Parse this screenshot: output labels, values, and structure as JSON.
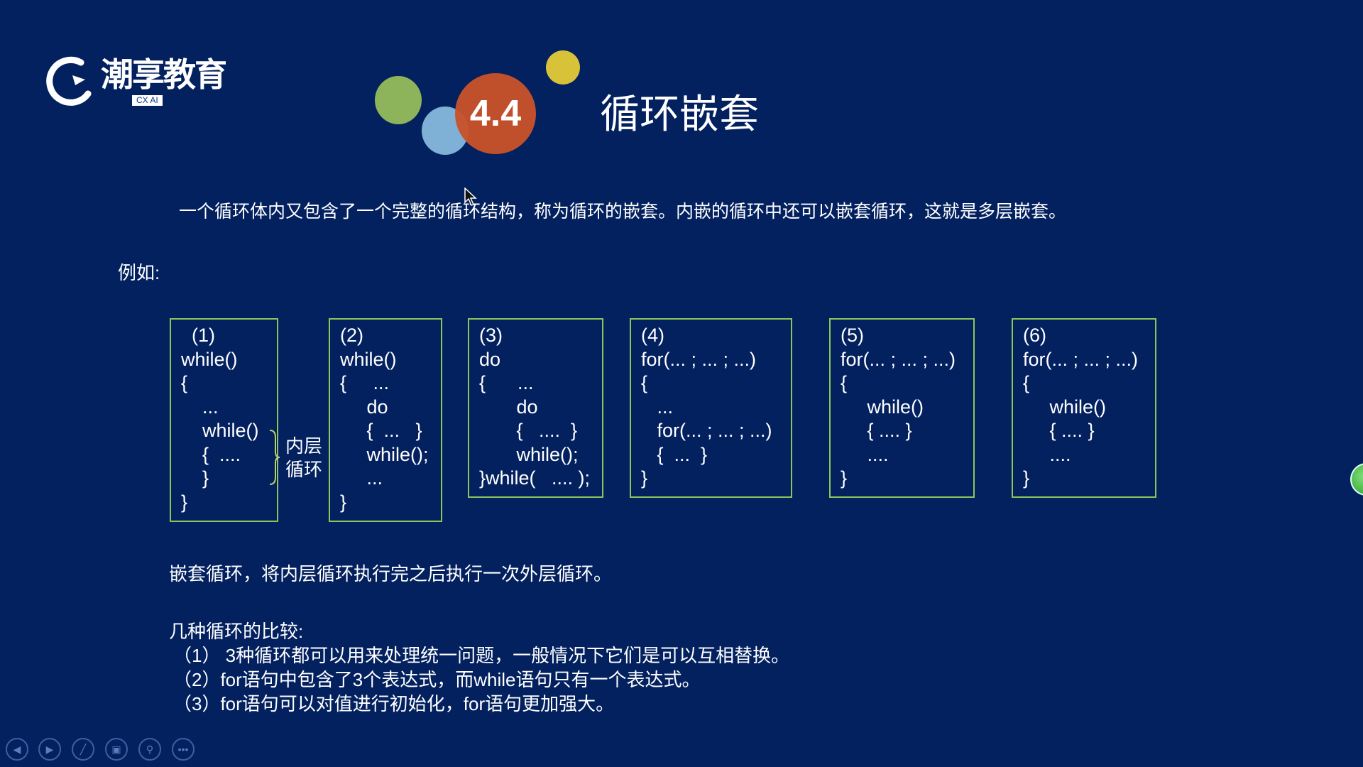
{
  "logo": {
    "name": "潮享教育",
    "sub": "CX AI"
  },
  "header": {
    "section_number": "4.4",
    "title": "循环嵌套"
  },
  "intro": "一个循环体内又包含了一个完整的循环结构，称为循环的嵌套。内嵌的循环中还可以嵌套循环，这就是多层嵌套。",
  "example_label": "例如:",
  "inner_loop_label": [
    "内层",
    "循环"
  ],
  "examples": [
    {
      "lines": [
        "  (1)",
        "while()",
        "{",
        "    ...",
        "    while()",
        "    {  ....",
        "    }",
        "}"
      ]
    },
    {
      "lines": [
        "(2)",
        "while()",
        "{     ...",
        "     do",
        "     {  ...   }",
        "     while();",
        "     ...",
        "}"
      ]
    },
    {
      "lines": [
        "(3)",
        "do",
        "{      ...",
        "       do",
        "       {   ....  }",
        "       while();",
        "}while(   .... );"
      ]
    },
    {
      "lines": [
        "(4)",
        "for(... ; ... ; ...)",
        "{",
        "   ...",
        "   for(... ; ... ; ...)",
        "   {  ...  }",
        "}"
      ]
    },
    {
      "lines": [
        "(5)",
        "for(... ; ... ; ...)",
        "{",
        "     while()",
        "     { .... }",
        "     ....",
        "}"
      ]
    },
    {
      "lines": [
        "(6)",
        "for(... ; ... ; ...)",
        "{",
        "     while()",
        "     { .... }",
        "     ....",
        "}"
      ]
    }
  ],
  "nested_note": "嵌套循环，将内层循环执行完之后执行一次外层循环。",
  "comparison": {
    "heading": "几种循环的比较:",
    "items": [
      "（1） 3种循环都可以用来处理统一问题，一般情况下它们是可以互相替换。",
      "（2）for语句中包含了3个表达式，而while语句只有一个表达式。",
      "（3）for语句可以对值进行初始化，for语句更加强大。"
    ]
  },
  "controls": [
    "previous-icon",
    "next-icon",
    "pen-icon",
    "slides-icon",
    "zoom-icon",
    "more-icon"
  ],
  "colors": {
    "background": "#03215f",
    "box_border": "#8fc45a",
    "orange": "#c8522a",
    "green": "#8db45a",
    "blue": "#7fb0d6",
    "yellow": "#d7c23a"
  }
}
